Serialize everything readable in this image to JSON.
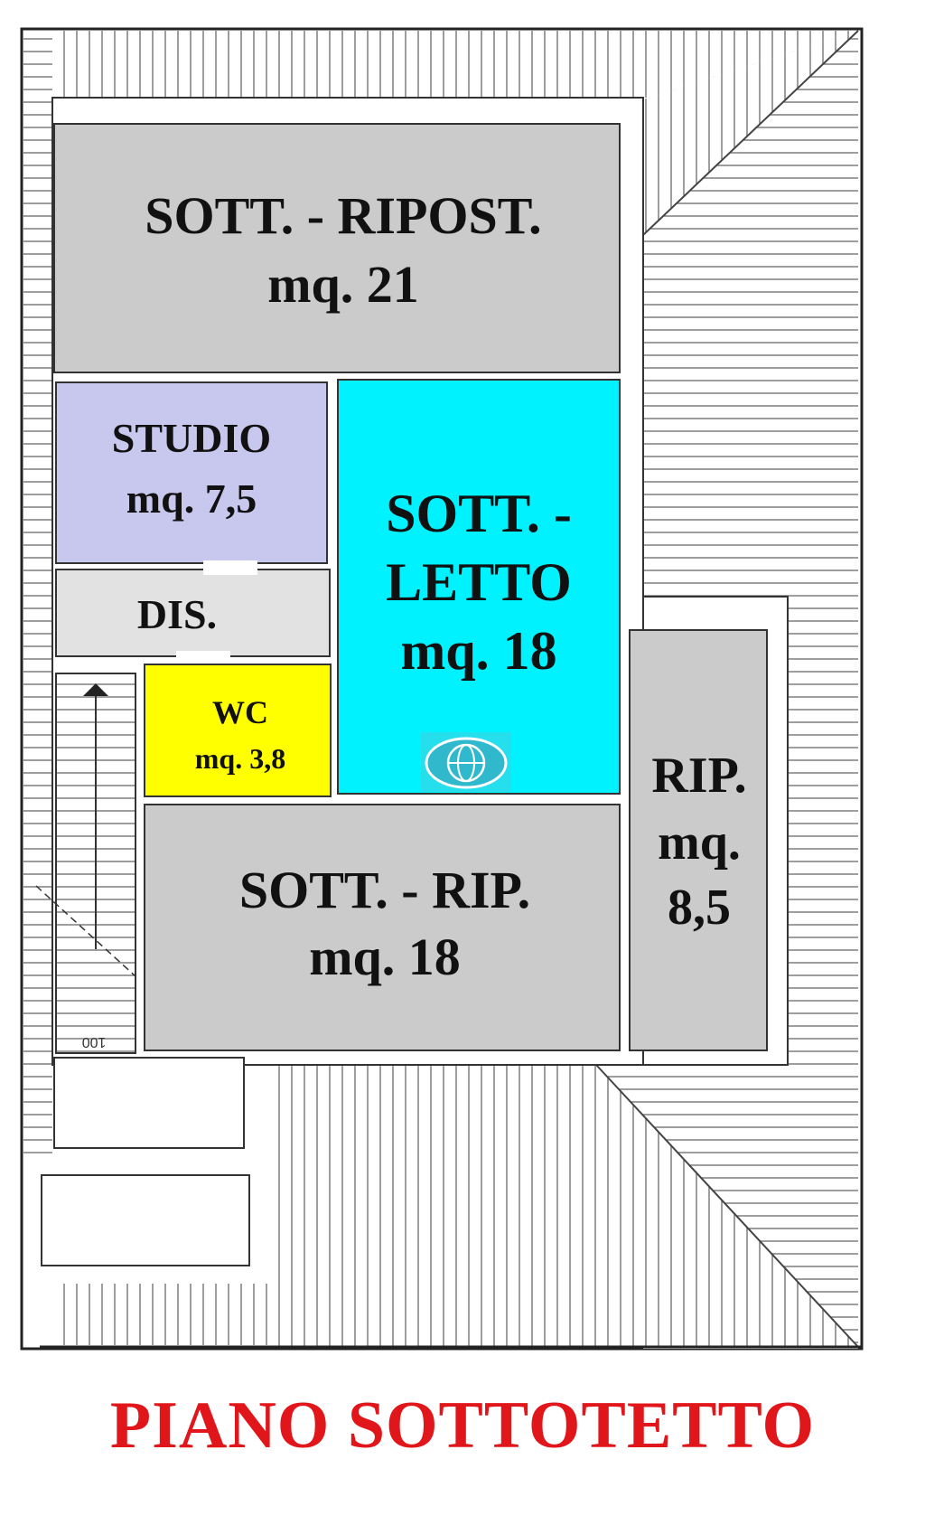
{
  "title": "PIANO SOTTOTETTO",
  "colors": {
    "grey_room": "#cbcbcb",
    "studio": "#c8c8ef",
    "letto": "#00f2ff",
    "wc": "#ffff00",
    "dis": "#e2e2e2",
    "title": "#e0161b"
  },
  "rooms": [
    {
      "key": "sott_ripost",
      "name": "SOTT. - RIPOST.",
      "area": "mq. 21"
    },
    {
      "key": "studio",
      "name": "STUDIO",
      "area": "mq. 7,5"
    },
    {
      "key": "letto",
      "name_line1": "SOTT. -",
      "name_line2": "LETTO",
      "area": "mq. 18"
    },
    {
      "key": "dis",
      "name": "DIS."
    },
    {
      "key": "wc",
      "name": "WC",
      "area": "mq. 3,8"
    },
    {
      "key": "sott_rip",
      "name": "SOTT. - RIP.",
      "area": "mq. 18"
    },
    {
      "key": "rip",
      "name": "RIP.",
      "area_line1": "mq.",
      "area_line2": "8,5"
    }
  ],
  "stair_mark": "100",
  "logo_icon": "globe-icon"
}
